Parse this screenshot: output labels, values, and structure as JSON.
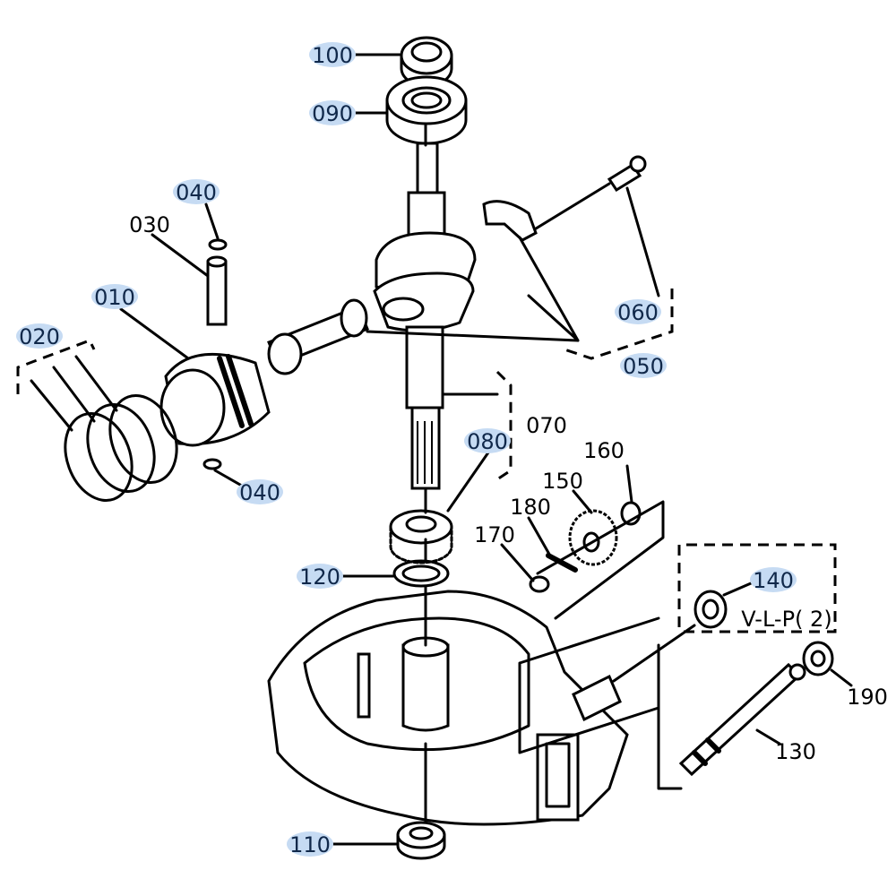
{
  "diagram": {
    "highlight_color": "#c6dbf3",
    "labels": {
      "p100": {
        "text": "100",
        "highlighted": true
      },
      "p090": {
        "text": "090",
        "highlighted": true
      },
      "p040a": {
        "text": "040",
        "highlighted": true
      },
      "p030": {
        "text": "030",
        "highlighted": false
      },
      "p010": {
        "text": "010",
        "highlighted": true
      },
      "p020": {
        "text": "020",
        "highlighted": true
      },
      "p060": {
        "text": "060",
        "highlighted": true
      },
      "p050": {
        "text": "050",
        "highlighted": true
      },
      "p070": {
        "text": "070",
        "highlighted": false
      },
      "p080": {
        "text": "080",
        "highlighted": true
      },
      "p040b": {
        "text": "040",
        "highlighted": true
      },
      "p160": {
        "text": "160",
        "highlighted": false
      },
      "p150": {
        "text": "150",
        "highlighted": false
      },
      "p180": {
        "text": "180",
        "highlighted": false
      },
      "p170": {
        "text": "170",
        "highlighted": false
      },
      "p120": {
        "text": "120",
        "highlighted": true
      },
      "p140": {
        "text": "140",
        "highlighted": true
      },
      "vlp": {
        "text": "V-L-P( 2)",
        "highlighted": false
      },
      "p190": {
        "text": "190",
        "highlighted": false
      },
      "p130": {
        "text": "130",
        "highlighted": false
      },
      "p110": {
        "text": "110",
        "highlighted": true
      }
    }
  }
}
